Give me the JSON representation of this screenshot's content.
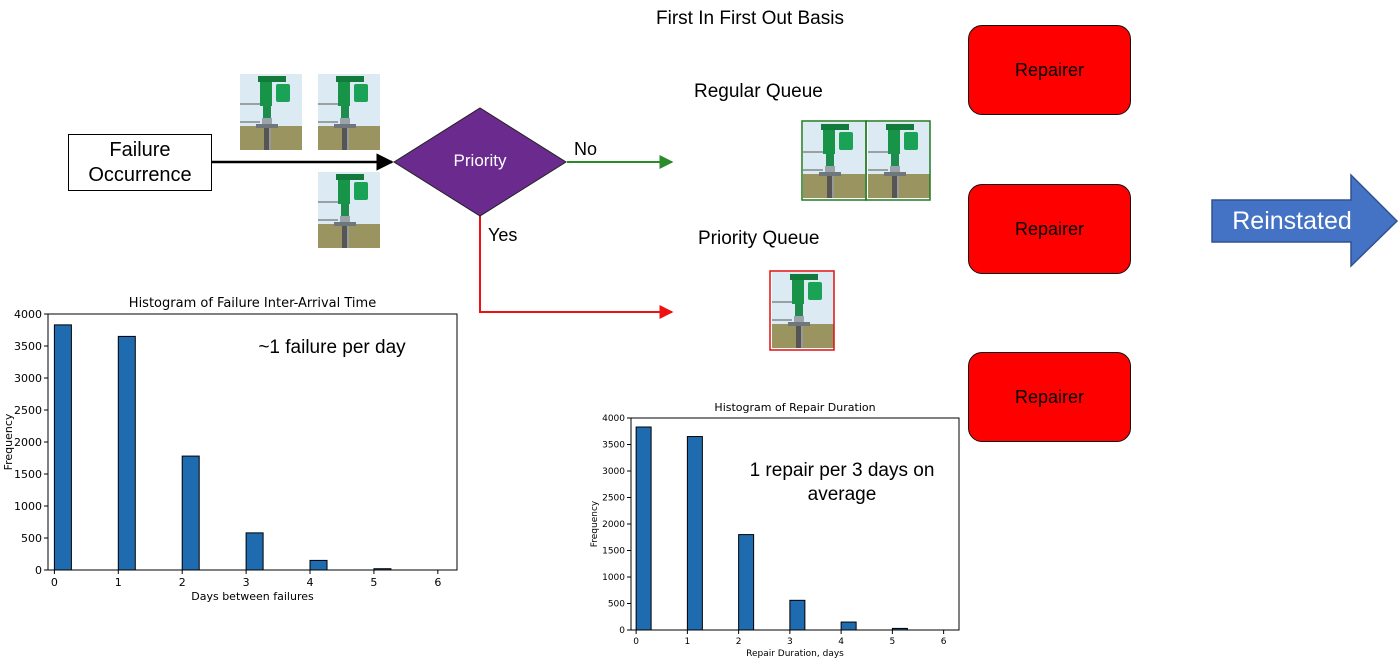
{
  "diagram": {
    "top_title": "First In First Out Basis",
    "failure_box": {
      "line1": "Failure",
      "line2": "Occurrence"
    },
    "decision": {
      "label": "Priority",
      "no_label": "No",
      "yes_label": "Yes"
    },
    "regular_queue": {
      "label": "Regular Queue"
    },
    "priority_queue": {
      "label": "Priority Queue"
    },
    "repairers": [
      {
        "label": "Repairer"
      },
      {
        "label": "Repairer"
      },
      {
        "label": "Repairer"
      }
    ],
    "reinstated": {
      "label": "Reinstated"
    },
    "colors": {
      "decision_fill": "#6a2a8e",
      "no_arrow": "#2b8a2b",
      "yes_arrow": "#ee1111",
      "repairer_fill": "#ff0000",
      "reinstated_fill": "#4472c4",
      "bar_fill": "#1f6bb0"
    },
    "icons": [
      "pump-icon"
    ]
  },
  "chart_data": [
    {
      "type": "bar",
      "title": "Histogram of Failure Inter-Arrival Time",
      "xlabel": "Days between failures",
      "ylabel": "Frequency",
      "annotation": "~1 failure per day",
      "x": [
        0,
        1,
        2,
        3,
        4,
        5
      ],
      "values": [
        3830,
        3650,
        1780,
        580,
        150,
        20
      ],
      "xlim": [
        -0.1,
        6.3
      ],
      "ylim": [
        0,
        4000
      ],
      "xticks": [
        0,
        1,
        2,
        3,
        4,
        5,
        6
      ],
      "yticks": [
        0,
        500,
        1000,
        1500,
        2000,
        2500,
        3000,
        3500,
        4000
      ],
      "grid": false
    },
    {
      "type": "bar",
      "title": "Histogram of Repair Duration",
      "xlabel": "Repair Duration, days",
      "ylabel": "Frequency",
      "annotation_line1": "1 repair per 3 days on",
      "annotation_line2": "average",
      "x": [
        0,
        1,
        2,
        3,
        4,
        5
      ],
      "values": [
        3830,
        3650,
        1800,
        560,
        150,
        30
      ],
      "xlim": [
        -0.1,
        6.3
      ],
      "ylim": [
        0,
        4000
      ],
      "xticks": [
        0,
        1,
        2,
        3,
        4,
        5,
        6
      ],
      "yticks": [
        0,
        500,
        1000,
        1500,
        2000,
        2500,
        3000,
        3500,
        4000
      ],
      "grid": false
    }
  ]
}
